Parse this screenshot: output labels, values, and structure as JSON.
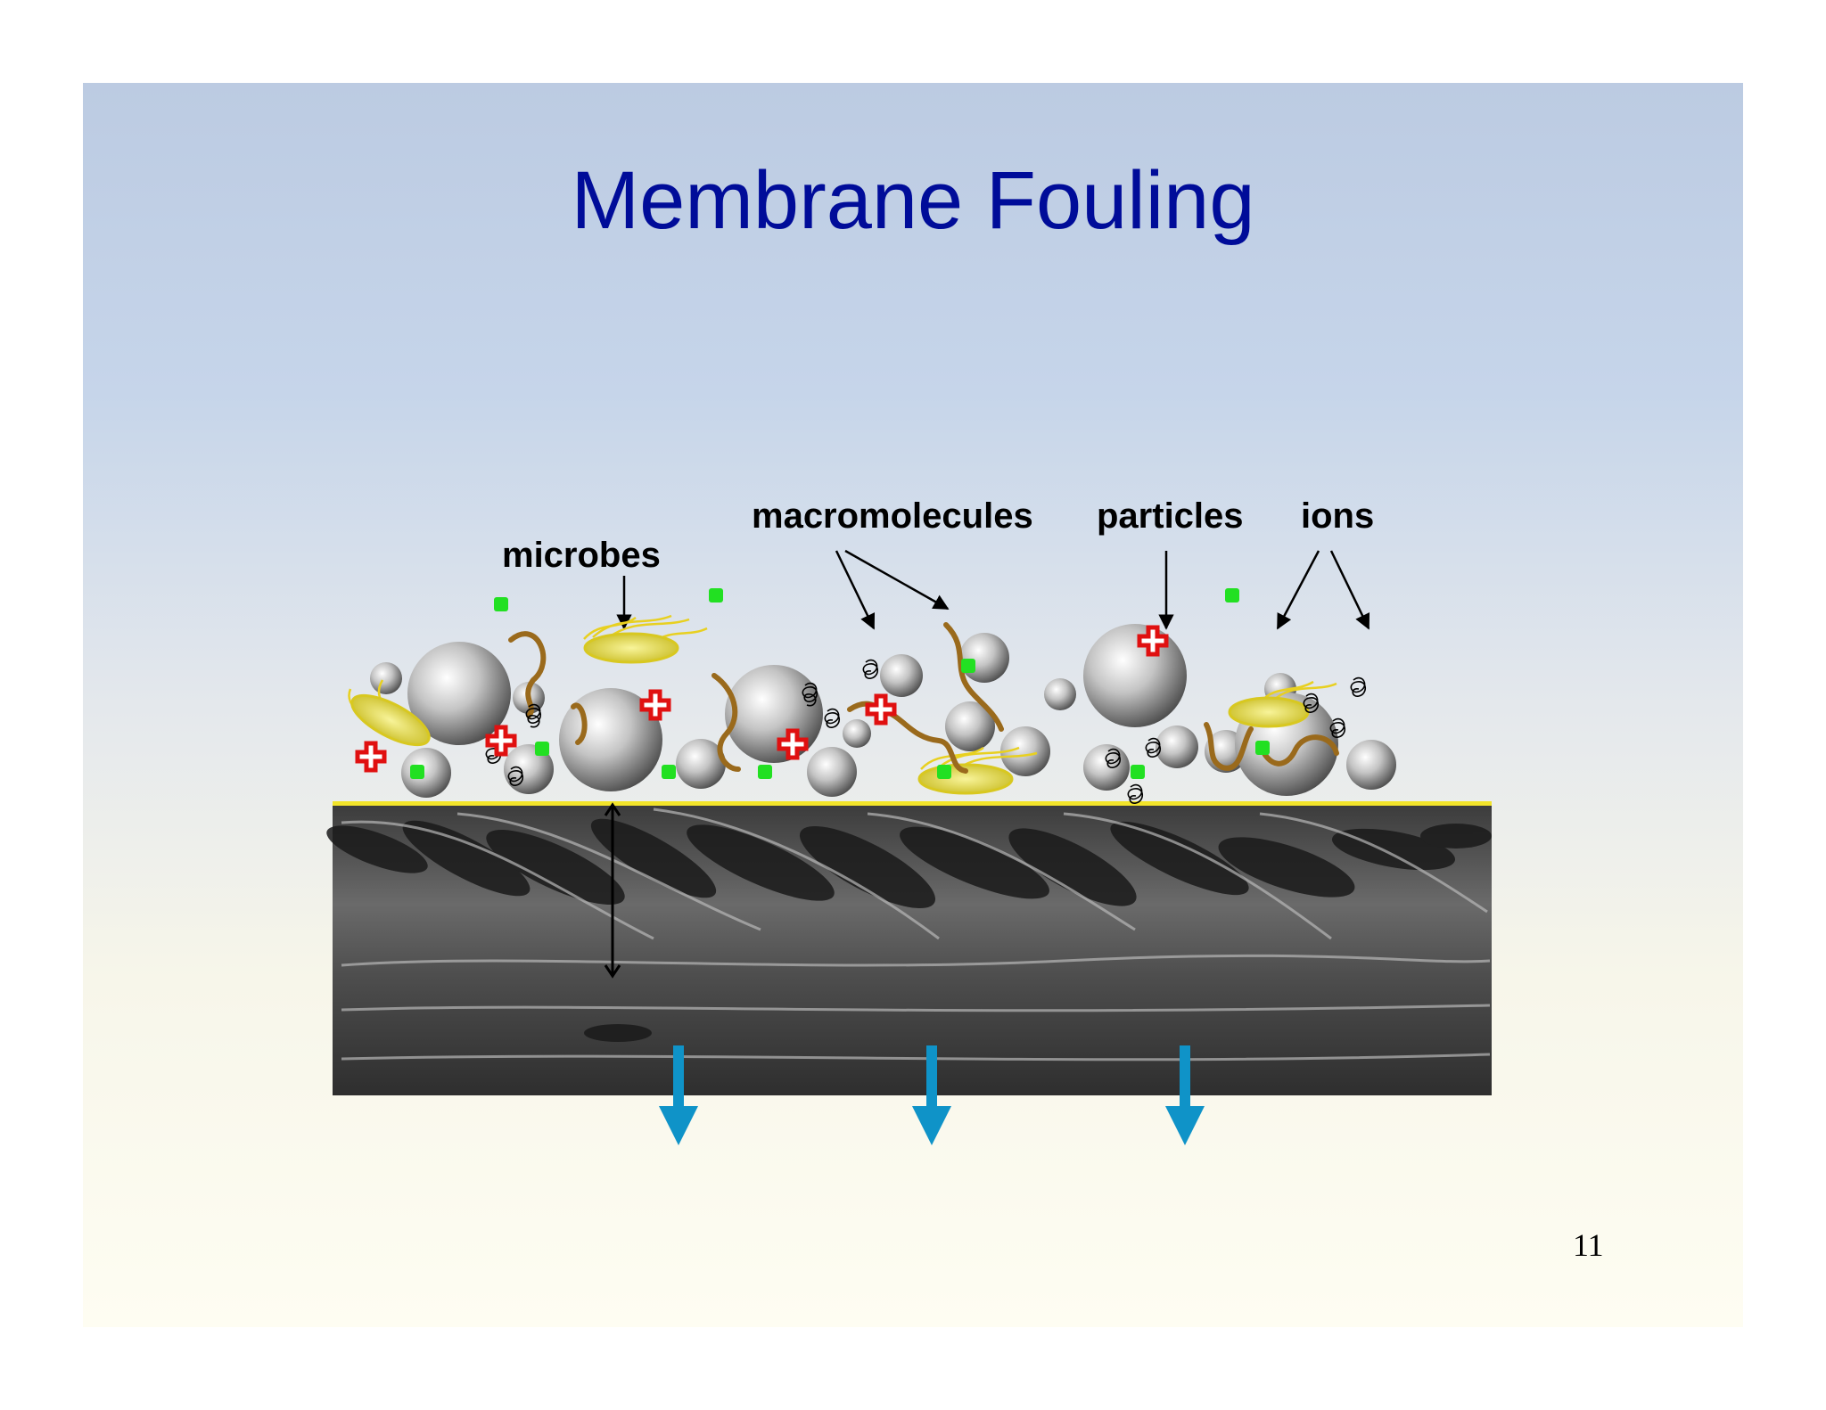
{
  "slide": {
    "title": "Membrane Fouling",
    "page_number": "11"
  },
  "labels": {
    "microbes": "microbes",
    "macromolecules": "macromolecules",
    "particles": "particles",
    "ions": "ions"
  },
  "colors": {
    "title": "#000c99",
    "flow_arrow": "#0f93c8",
    "membrane_skin": "#f2e42a",
    "positive_ion": "#e01010",
    "negative_ion": "#22e022",
    "microbe": "#e8e060",
    "macromolecule_strand": "#9a6a1c"
  }
}
